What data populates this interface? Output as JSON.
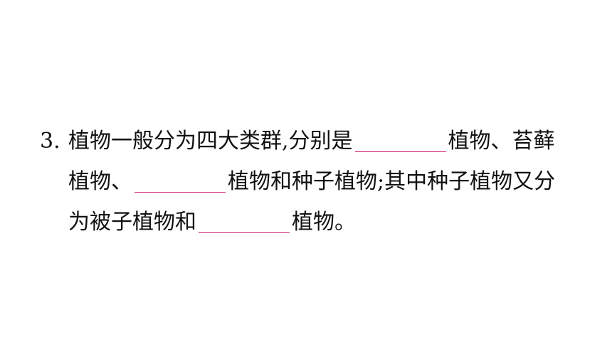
{
  "question": {
    "number": "3.",
    "line1_a": "植物一般分为四大类群,分别是",
    "line1_b": "植物、苔藓",
    "line2_a": "植物、",
    "line2_b": "植物和种子植物;其中种子植物又分",
    "line3_a": "为被子植物和",
    "line3_b": "植物。"
  },
  "colors": {
    "blank_underline": "#d0307a",
    "text": "#111111"
  }
}
